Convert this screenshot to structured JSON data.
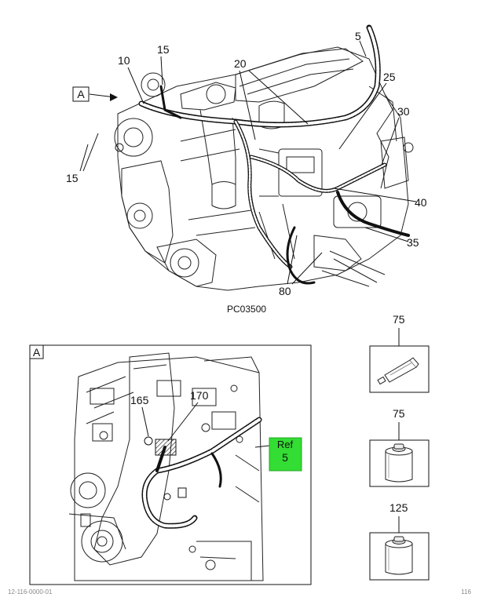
{
  "main_view": {
    "callouts": {
      "c5": "5",
      "c10": "10",
      "c15a": "15",
      "c15b": "15",
      "c20": "20",
      "c25": "25",
      "c30": "30",
      "c35": "35",
      "c40": "40",
      "c80": "80"
    },
    "view_marker": "A",
    "figure_id": "PC03500"
  },
  "detail_view": {
    "letter": "A",
    "callouts": {
      "c165": "165",
      "c170": "170"
    },
    "ref_label": "Ref",
    "ref_value": "5",
    "ref_color": "#33dd33"
  },
  "parts": [
    {
      "number": "75",
      "icon": "tube-icon"
    },
    {
      "number": "75",
      "icon": "can-icon"
    },
    {
      "number": "125",
      "icon": "can-icon"
    }
  ],
  "footer": {
    "left": "12-116-0000-01",
    "right": "116"
  }
}
